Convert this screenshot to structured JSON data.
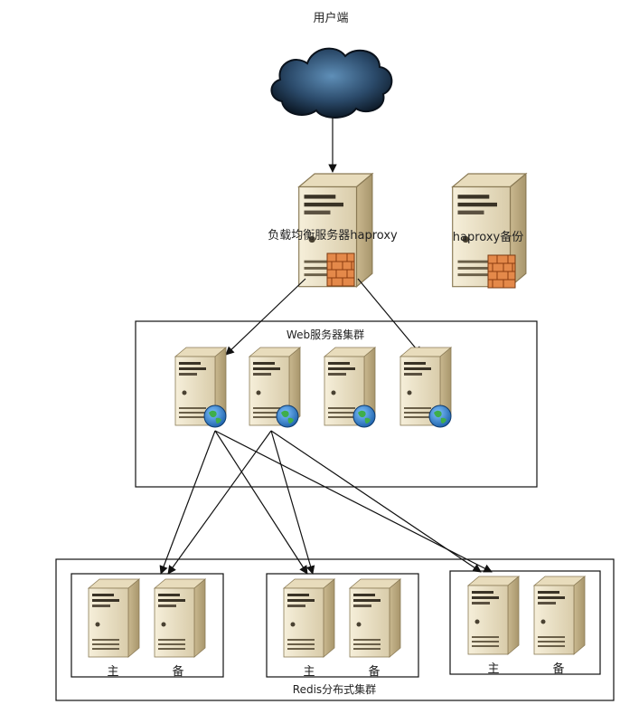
{
  "client": {
    "label": "用户端",
    "icon": "cloud-icon"
  },
  "load_balancer": {
    "primary_label": "负载均衡服务器haproxy",
    "backup_label": "haproxy备份",
    "icon": "server-firewall-icon"
  },
  "web_cluster": {
    "label": "Web服务器集群",
    "server_count": 4,
    "icon": "web-server-icon"
  },
  "redis_cluster": {
    "label": "Redis分布式集群",
    "groups": [
      {
        "master_label": "主",
        "slave_label": "备"
      },
      {
        "master_label": "主",
        "slave_label": "备"
      },
      {
        "master_label": "主",
        "slave_label": "备"
      }
    ]
  },
  "colors": {
    "server_body": "#efe4c8",
    "cloud": "#2b4a6a",
    "firewall": "#e4894a",
    "globe": "#2f7fd0"
  }
}
